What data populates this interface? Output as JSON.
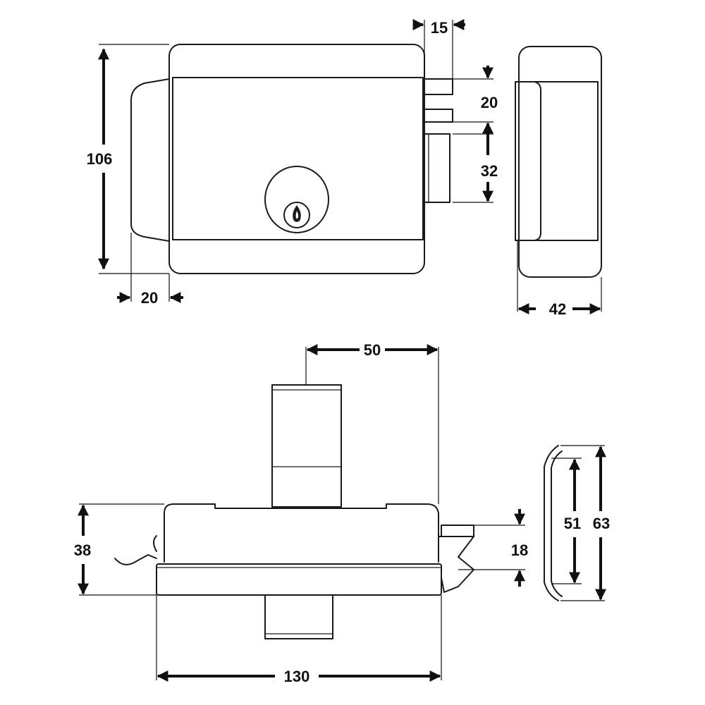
{
  "diagram": {
    "dimensions": {
      "front_height": "106",
      "front_left_projection": "20",
      "bolt_offset": "15",
      "bolt_gap": "20",
      "latch_height": "32",
      "side_depth": "42",
      "bolt_throw": "50",
      "body_depth": "38",
      "latch_depth": "18",
      "total_width": "130",
      "keeper_inner": "51",
      "keeper_outer": "63"
    },
    "colors": {
      "line": "#1a1a1a",
      "background": "#ffffff"
    }
  }
}
